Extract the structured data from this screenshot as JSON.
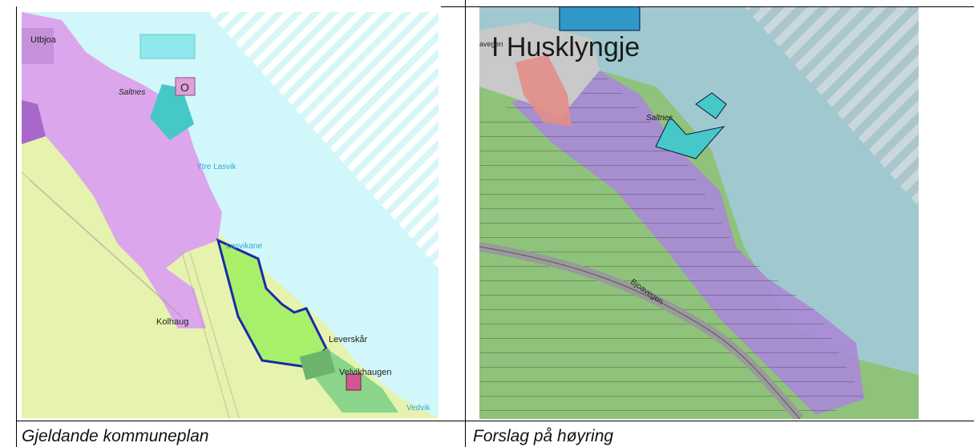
{
  "left_map": {
    "labels": {
      "utbjoa": "Utbjoa",
      "saltnes": "Saltnes",
      "marker_o": "O",
      "ytre_lasvik": "Ytre Lasvik",
      "lasvikane": "Lasvikane",
      "kolhaug": "Kolhaug",
      "leverskar": "Leverskår",
      "velvikhaugen": "Velvikhaugen",
      "vedvik": "Vedvik"
    }
  },
  "right_map": {
    "labels": {
      "husklyngje": "I Husklyngje",
      "saltnes": "Saltnes",
      "bjoavegen": "Bjoavegen",
      "road_left": "avegen"
    }
  },
  "captions": {
    "left": "Gjeldande kommuneplan",
    "right": "Forslag på høyring"
  },
  "colors": {
    "sea_left": "#d2f7fa",
    "sea_right": "#9fc9cf",
    "purple": "#dca6ec",
    "green_light": "#e6f3ae",
    "green_bright": "#a8f06a",
    "cyan": "#46c8c8",
    "boundary_blue": "#1a2aa8"
  }
}
